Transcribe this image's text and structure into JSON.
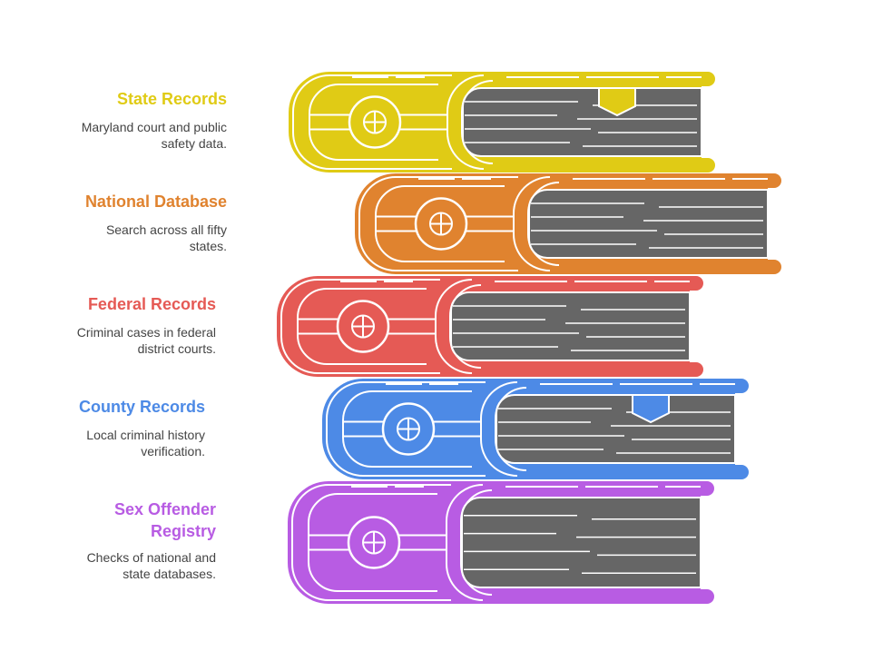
{
  "items": [
    {
      "title": "State Records",
      "description": "Maryland court and public safety data.",
      "desc_lines": [
        "Maryland court and public",
        "safety data."
      ],
      "color": "#e0cb15",
      "icon": "sim-card-buckle-icon",
      "bookmark": "shield-bookmark-icon"
    },
    {
      "title": "National Database",
      "description": "Search across all fifty states.",
      "desc_lines": [
        "Search across all fifty",
        "states."
      ],
      "color": "#e0832f",
      "icon": "globe-database-icon",
      "bookmark": ""
    },
    {
      "title": "Federal Records",
      "description": "Criminal cases in federal district courts.",
      "desc_lines": [
        "Criminal cases in federal",
        "district courts."
      ],
      "color": "#e55a55",
      "icon": "map-document-icon",
      "bookmark": ""
    },
    {
      "title": "County Records",
      "description": "Local criminal history verification.",
      "desc_lines": [
        "Local criminal history",
        "verification."
      ],
      "color": "#4d8ae6",
      "icon": "diploma-scroll-icon",
      "bookmark": "chevron-bookmark-icon"
    },
    {
      "title": [
        "Sex Offender",
        "Registry"
      ],
      "description": "Checks of national and state databases.",
      "desc_lines": [
        "Checks of national and",
        "state databases."
      ],
      "color": "#b85ce3",
      "icon": "crossed-out-person-icon",
      "bookmark": ""
    }
  ],
  "colors": {
    "pages": "#666666",
    "text": "#444444"
  }
}
